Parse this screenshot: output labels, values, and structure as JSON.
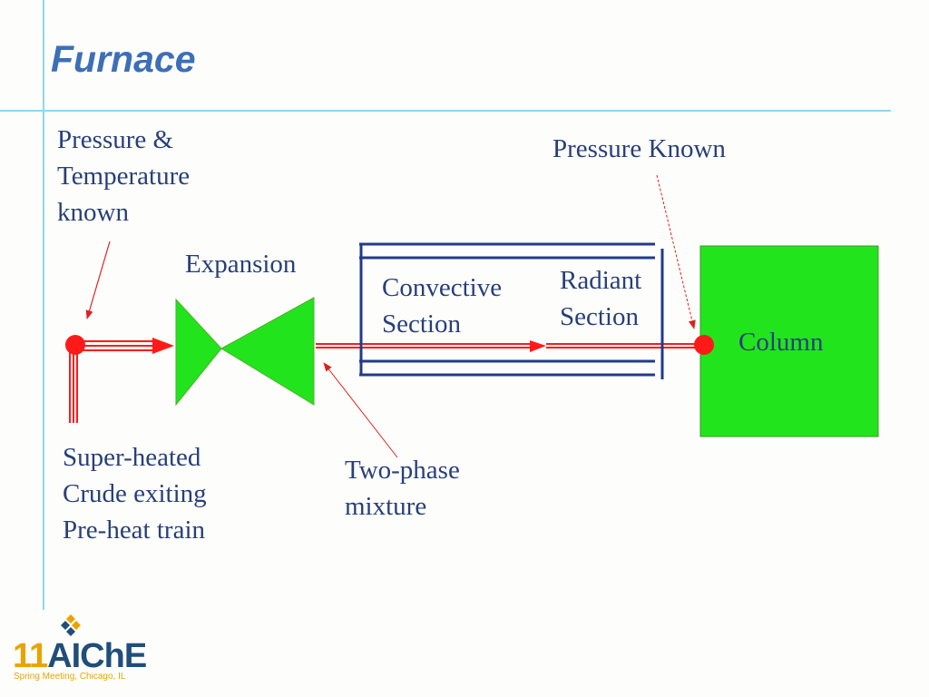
{
  "slide": {
    "title": "Furnace"
  },
  "labels": {
    "inlet_known_1": "Pressure &",
    "inlet_known_2": "Temperature",
    "inlet_known_3": "known",
    "expansion": "Expansion",
    "convective_1": "Convective",
    "convective_2": "Section",
    "radiant_1": "Radiant",
    "radiant_2": "Section",
    "pressure_known": "Pressure Known",
    "column": "Column",
    "superheated_1": "Super-heated",
    "superheated_2": "Crude exiting",
    "superheated_3": "Pre-heat train",
    "two_phase_1": "Two-phase",
    "two_phase_2": "mixture"
  },
  "logo": {
    "number": "11",
    "name": "AIChE",
    "subtitle": "Spring Meeting, Chicago, IL"
  },
  "colors": {
    "accent_line": "#8fd8ee",
    "title": "#3c6fb8",
    "label_text": "#283f7a",
    "flow": "#ff1a1a",
    "equipment_fill": "#22e41c",
    "furnace_border": "#233a8c",
    "annotation_arrow": "#e02020"
  }
}
